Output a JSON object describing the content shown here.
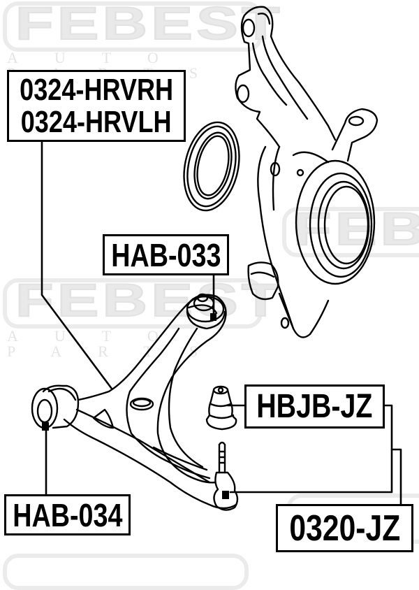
{
  "diagram": {
    "type": "exploded-parts-diagram",
    "subject": "front lower control arm and steering knuckle assembly",
    "colors": {
      "ink": "#000000",
      "background": "#ffffff",
      "watermark": "#e9e9e9"
    }
  },
  "watermark": {
    "brand": "FEBEST",
    "tagline": "AUTO PARTS"
  },
  "callouts": [
    {
      "id": "arm",
      "lines": [
        "0324-HRVRH",
        "0324-HRVLH"
      ],
      "points_to": "lower control arm"
    },
    {
      "id": "rear-bushing",
      "lines": [
        "HAB-033"
      ],
      "points_to": "rear arm bushing"
    },
    {
      "id": "boot",
      "lines": [
        "HBJB-JZ"
      ],
      "points_to": "ball joint boot"
    },
    {
      "id": "front-bushing",
      "lines": [
        "HAB-034"
      ],
      "points_to": "front arm bushing"
    },
    {
      "id": "ball-joint",
      "lines": [
        "0320-JZ"
      ],
      "points_to": "ball joint"
    }
  ]
}
